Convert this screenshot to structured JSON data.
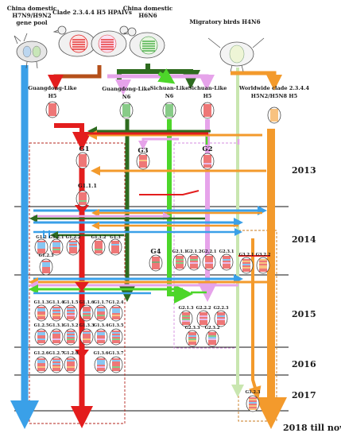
{
  "sources": {
    "china_h7n9": [
      "China domestic",
      "H7N9/H9N2",
      "gene pool"
    ],
    "clade_2344": "Clade 2.3.4.4 H5 HPAIVs",
    "china_h6n6": [
      "China domestic",
      "H6N6"
    ],
    "migratory": "Migratory birds H4N6"
  },
  "lineages": {
    "guangdong_h5": [
      "Guangdong-Like",
      "H5"
    ],
    "guangdong_n6": [
      "Guangdong-Like",
      "N6"
    ],
    "sichuan_n6": [
      "Sichuan-Like",
      "N6"
    ],
    "sichuan_h5": [
      "Sichuan-Like",
      "H5"
    ],
    "worldwide": [
      "Worldwide clade 2.3.4.4",
      "H5N2/H5N8 H5"
    ]
  },
  "genotypes": {
    "top": [
      "G1",
      "G3",
      "G2"
    ],
    "g11": "G1.1.1",
    "row2014": [
      "G1.2",
      "G1.2.1",
      "G1.2.2",
      "G1.1.2",
      "G1.3",
      "G2.1.1",
      "G2.1.2",
      "G2.2.1",
      "G2.3.1",
      "G3.2.1",
      "G3.2.2"
    ],
    "g123": "G1.2.3",
    "g4": "G4",
    "row2015a": [
      "G1.1.3",
      "G1.1.4",
      "G1.1.5",
      "G1.1.6",
      "G1.1.7",
      "G1.2.4"
    ],
    "row2015b": [
      "G1.2.5",
      "G1.3.1",
      "G1.3.2",
      "G1.3.3",
      "G1.3.4",
      "G1.3.5"
    ],
    "g2_2015": [
      "G2.1.3",
      "G2.2.2",
      "G2.2.3",
      "G2.3.3",
      "G2.3.2"
    ],
    "row2016": [
      "G1.2.6",
      "G1.2.7",
      "G1.2.8",
      "G1.3.6",
      "G1.3.7"
    ],
    "g323": "G3.2.3"
  },
  "years": [
    "2013",
    "2014",
    "2015",
    "2016",
    "2017",
    "2018 till now"
  ],
  "colors": {
    "blue": "#3aa0e8",
    "red": "#e31d1d",
    "green": "#4dd62a",
    "dark_green": "#2e6b1f",
    "orange": "#f39a2c",
    "pink": "#e6a3ea",
    "brown": "#b5501a",
    "light_green": "#c9e6b0"
  }
}
